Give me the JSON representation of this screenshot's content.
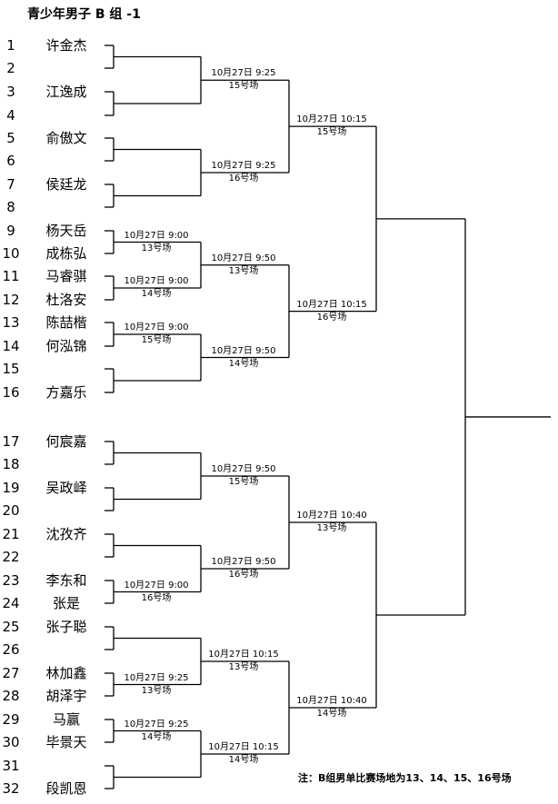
{
  "title": "青少年男子 B 组 -1",
  "seeds": [
    "1",
    "2",
    "3",
    "4",
    "5",
    "6",
    "7",
    "8",
    "9",
    "10",
    "11",
    "12",
    "13",
    "14",
    "15",
    "16",
    "17",
    "18",
    "19",
    "20",
    "21",
    "22",
    "23",
    "24",
    "25",
    "26",
    "27",
    "28",
    "29",
    "30",
    "31",
    "32"
  ],
  "players": [
    {
      "seed": "1",
      "name": "许金杰"
    },
    {
      "seed": "3",
      "name": "江逸成"
    },
    {
      "seed": "5",
      "name": "俞傲文"
    },
    {
      "seed": "7",
      "name": "侯廷龙"
    },
    {
      "seed": "9",
      "name": "杨天岳"
    },
    {
      "seed": "10",
      "name": "成栋弘"
    },
    {
      "seed": "11",
      "name": "马睿骐"
    },
    {
      "seed": "12",
      "name": "杜洛安"
    },
    {
      "seed": "13",
      "name": "陈喆楷"
    },
    {
      "seed": "14",
      "name": "何泓锦"
    },
    {
      "seed": "16",
      "name": "方嘉乐"
    },
    {
      "seed": "17",
      "name": "何宸嘉"
    },
    {
      "seed": "19",
      "name": "吴政峄"
    },
    {
      "seed": "21",
      "name": "沈孜齐"
    },
    {
      "seed": "23",
      "name": "李东和"
    },
    {
      "seed": "24",
      "name": "张是"
    },
    {
      "seed": "25",
      "name": "张子聪"
    },
    {
      "seed": "27",
      "name": "林加鑫"
    },
    {
      "seed": "28",
      "name": "胡泽宇"
    },
    {
      "seed": "29",
      "name": "马赢"
    },
    {
      "seed": "30",
      "name": "毕景天"
    },
    {
      "seed": "32",
      "name": "段凯恩"
    }
  ],
  "matches": {
    "r1_9_10": {
      "time": "10月27日 9:00",
      "court": "13号场"
    },
    "r1_11_12": {
      "time": "10月27日 9:00",
      "court": "14号场"
    },
    "r1_13_14": {
      "time": "10月27日 9:00",
      "court": "15号场"
    },
    "r1_23_24": {
      "time": "10月27日 9:00",
      "court": "16号场"
    },
    "r1_27_28": {
      "time": "10月27日 9:25",
      "court": "13号场"
    },
    "r1_29_30": {
      "time": "10月27日 9:25",
      "court": "14号场"
    },
    "r2_1_4": {
      "time": "10月27日 9:25",
      "court": "15号场"
    },
    "r2_5_8": {
      "time": "10月27日 9:25",
      "court": "16号场"
    },
    "r2_9_12": {
      "time": "10月27日 9:50",
      "court": "13号场"
    },
    "r2_13_16": {
      "time": "10月27日 9:50",
      "court": "14号场"
    },
    "r2_17_20": {
      "time": "10月27日 9:50",
      "court": "15号场"
    },
    "r2_21_24": {
      "time": "10月27日 9:50",
      "court": "16号场"
    },
    "r2_25_28": {
      "time": "10月27日 10:15",
      "court": "13号场"
    },
    "r2_29_32": {
      "time": "10月27日 10:15",
      "court": "14号场"
    },
    "r3_1_8": {
      "time": "10月27日 10:15",
      "court": "15号场"
    },
    "r3_9_16": {
      "time": "10月27日 10:15",
      "court": "16号场"
    },
    "r3_17_24": {
      "time": "10月27日 10:40",
      "court": "13号场"
    },
    "r3_25_32": {
      "time": "10月27日 10:40",
      "court": "14号场"
    }
  },
  "note": "注：B组男单比赛场地为13、14、15、16号场"
}
